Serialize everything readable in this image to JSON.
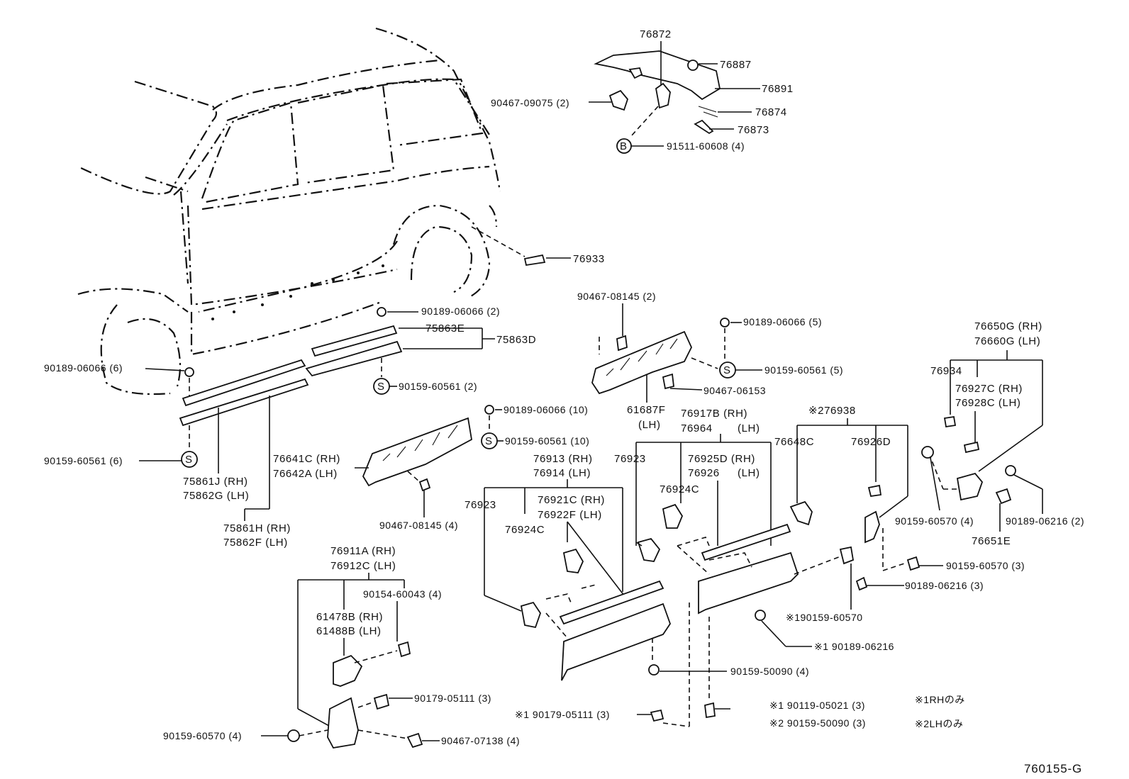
{
  "diagram_id": "760155-G",
  "callouts": {
    "c76872": "76872",
    "c76887": "76887",
    "c76891": "76891",
    "c76874": "76874",
    "c76873": "76873",
    "c90467_09075": "90467-09075 (2)",
    "c91511": "91511-60608 (4)",
    "c76933": "76933",
    "c90189_06066_2": "90189-06066 (2)",
    "c75863E": "75863E",
    "c75863D": "75863D",
    "c90189_06066_6": "90189-06066 (6)",
    "c90159_60561_2": "90159-60561 (2)",
    "c90159_60561_6": "90159-60561 (6)",
    "c75861J": "75861J (RH)",
    "c75862G": "75862G (LH)",
    "c75861H": "75861H (RH)",
    "c75862F": "75862F (LH)",
    "c76641C": "76641C (RH)",
    "c76642A": "76642A (LH)",
    "c90189_06066_10": "90189-06066 (10)",
    "c90159_60561_10": "90159-60561 (10)",
    "c90467_08145_4": "90467-08145 (4)",
    "c90467_08145_2": "90467-08145 (2)",
    "c90189_06066_5": "90189-06066 (5)",
    "c90159_60561_5": "90159-60561 (5)",
    "c90467_06153": "90467-06153",
    "c61687F": "61687F",
    "c61687F_lh": "(LH)",
    "c76917B": "76917B (RH)",
    "c76964": "76964",
    "c76964_lh": "(LH)",
    "c76923_a": "76923",
    "c76925D": "76925D (RH)",
    "c76926": "76926",
    "c76926_lh": "(LH)",
    "c76924C_a": "76924C",
    "c76913": "76913 (RH)",
    "c76914": "76914 (LH)",
    "c76923_b": "76923",
    "c76921C": "76921C (RH)",
    "c76922F": "76922F (LH)",
    "c76924C_b": "76924C",
    "c76938": "※276938",
    "c76648C": "76648C",
    "c76926D": "76926D",
    "c76650G": "76650G (RH)",
    "c76660G": "76660G (LH)",
    "c76934": "76934",
    "c76927C": "76927C (RH)",
    "c76928C": "76928C (LH)",
    "c90159_60570_4r": "90159-60570 (4)",
    "c90189_06216_2": "90189-06216 (2)",
    "c76651E": "76651E",
    "c90159_60570_3": "90159-60570 (3)",
    "c90189_06216_3": "90189-06216 (3)",
    "c1_90159_60570": "※190159-60570",
    "c1_90189_06216": "※1 90189-06216",
    "c76911A": "76911A (RH)",
    "c76912C": "76912C (LH)",
    "c90154": "90154-60043 (4)",
    "c61478B": "61478B (RH)",
    "c61488B": "61488B (LH)",
    "c90159_50090_4": "90159-50090 (4)",
    "c90179_3a": "90179-05111 (3)",
    "c1_90179": "※1 90179-05111 (3)",
    "c1_90119": "※1 90119-05021 (3)",
    "c2_90159": "※2 90159-50090 (3)",
    "c90159_60570_4l": "90159-60570 (4)",
    "c90467_07138": "90467-07138 (4)",
    "note1": "※1RHのみ",
    "note2": "※2LHのみ"
  },
  "fastener_letters": {
    "s": "S",
    "b": "B"
  }
}
